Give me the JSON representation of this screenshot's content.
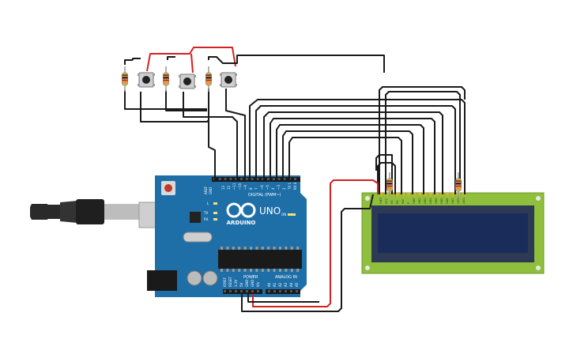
{
  "board": {
    "name": "UNO",
    "brand": "ARDUINO",
    "digital_header_label": "DIGITAL (PWM~)",
    "power_label": "POWER",
    "analog_label": "ANALOG IN",
    "aref": "AREF",
    "gnd": "GND",
    "tx": "TX",
    "rx": "RX",
    "l_led": "L",
    "on_label": "ON",
    "ioref": "IOREF",
    "reset": "RESET",
    "v33": "3.3V",
    "v5": "5V",
    "vin": "Vin",
    "digital_pins": [
      "13",
      "12",
      "~11",
      "~10",
      "~9",
      "8",
      "7",
      "~6",
      "~5",
      "4",
      "~3",
      "2",
      "TX 1",
      "RX 0"
    ],
    "analog_pins": [
      "A0",
      "A1",
      "A2",
      "A3",
      "A4",
      "A5"
    ]
  },
  "lcd": {
    "pin_labels": [
      "GND",
      "VCC",
      "V0",
      "RS",
      "RW",
      "E",
      "DB0",
      "DB1",
      "DB2",
      "DB3",
      "DB4",
      "DB5",
      "DB6",
      "DB7",
      "LED+",
      "LED-"
    ]
  },
  "colors": {
    "board": "#1e6fa8",
    "lcd_pcb": "#8fbf3c",
    "lcd_screen": "#1a2d5a",
    "wire_black": "#1a1a1a",
    "wire_red": "#d42020",
    "resistor": "#d9b47a"
  }
}
